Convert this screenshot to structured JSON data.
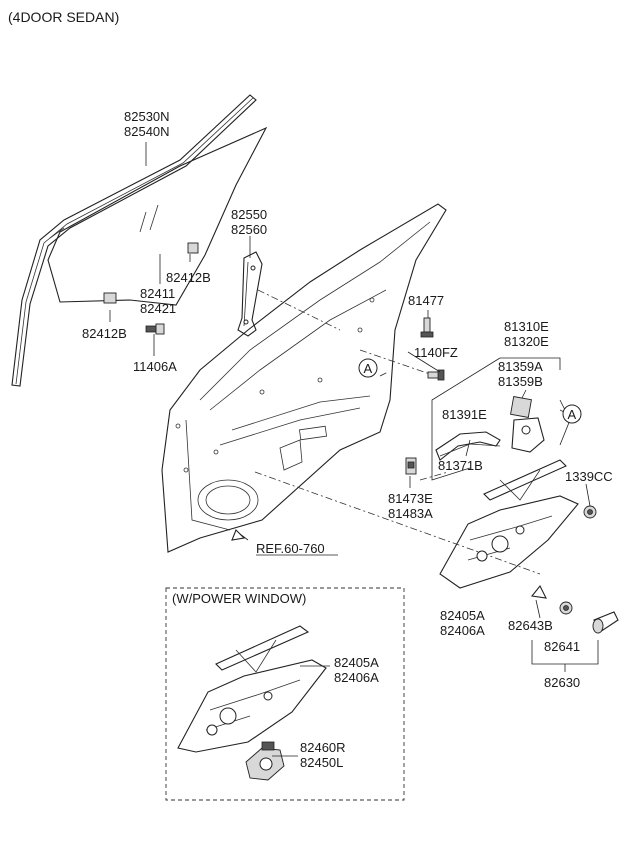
{
  "title": "(4DOOR SEDAN)",
  "labels": {
    "p82530N": "82530N",
    "p82540N": "82540N",
    "p82550": "82550",
    "p82560": "82560",
    "p82412B_a": "82412B",
    "p82411": "82411",
    "p82421": "82421",
    "p82412B_b": "82412B",
    "p11406A": "11406A",
    "p81477": "81477",
    "p1140FZ": "1140FZ",
    "p81310E": "81310E",
    "p81320E": "81320E",
    "p81359A": "81359A",
    "p81359B": "81359B",
    "p81391E": "81391E",
    "p81371B": "81371B",
    "p81473E": "81473E",
    "p81483A": "81483A",
    "p1339CC": "1339CC",
    "ref": "REF.60-760",
    "p82405A_a": "82405A",
    "p82406A_a": "82406A",
    "p82643B": "82643B",
    "p82641": "82641",
    "p82630": "82630",
    "power_window": "(W/POWER WINDOW)",
    "p82405A_b": "82405A",
    "p82406A_b": "82406A",
    "p82460R": "82460R",
    "p82450L": "82450L",
    "callout_a1": "A",
    "callout_a2": "A"
  }
}
